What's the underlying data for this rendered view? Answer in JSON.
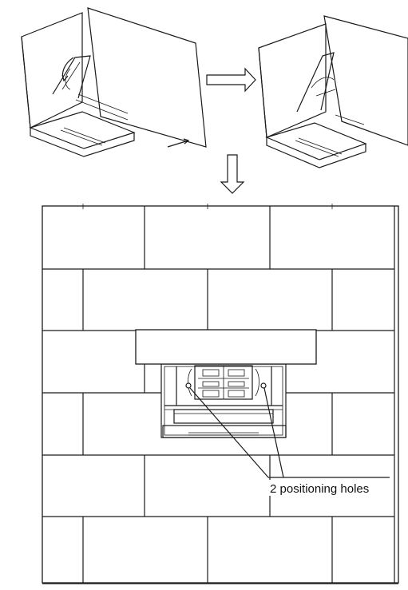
{
  "diagram": {
    "step_arrows": [
      "right-arrow",
      "down-arrow"
    ],
    "callout": {
      "label": "2 positioning holes"
    }
  }
}
